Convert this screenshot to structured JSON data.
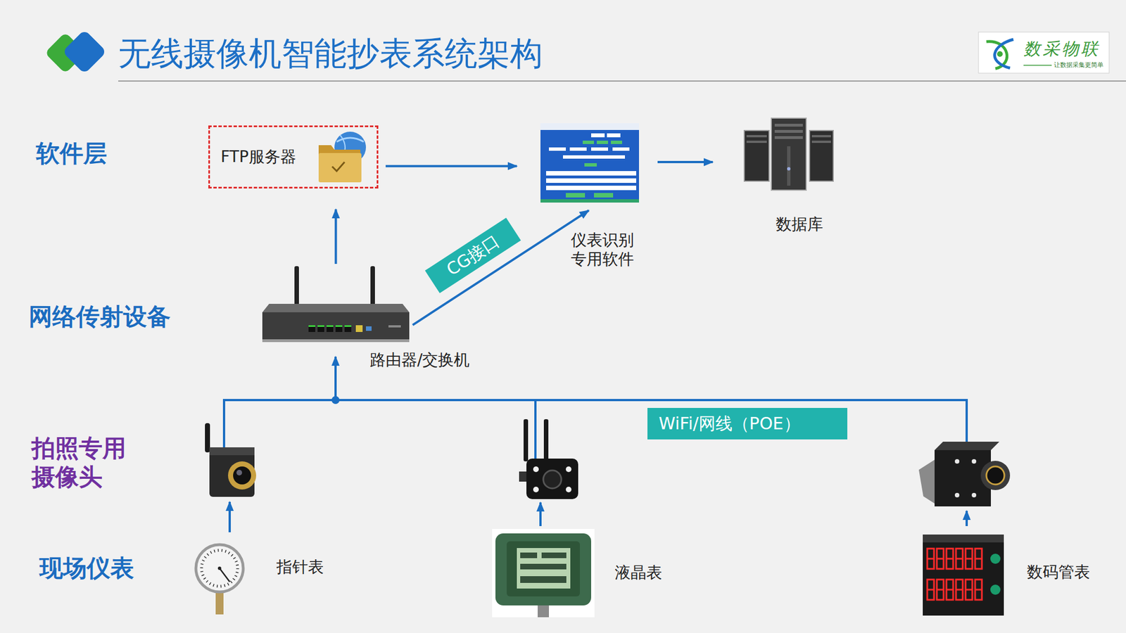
{
  "diagram": {
    "title": "无线摄像机智能抄表系统架构",
    "nodes": [
      {
        "text": [
          "FTP服务器"
        ]
      },
      {
        "text": [
          "仪表识别 专用软件"
        ]
      },
      {
        "text": [
          "数据库"
        ]
      },
      {
        "text": [
          "路由器/交换机"
        ]
      },
      {
        "text": [
          "WiFi/网线（POE）"
        ]
      }
    ],
    "edges": [
      {
        "from": 3,
        "to": 0,
        "arrow": "to"
      },
      {
        "from": 3,
        "to": 1,
        "arrow": "to",
        "label": "CG接口"
      },
      {
        "from": 0,
        "to": 1,
        "arrow": "to"
      },
      {
        "from": 1,
        "to": 2,
        "arrow": "to"
      }
    ],
    "labels": [
      "软件层",
      "网络传射设备",
      "拍照专用 摄像头",
      "现场仪表",
      "指针表",
      "液晶表",
      "数码管表",
      "数采物联",
      "让数据采集更简单"
    ]
  }
}
